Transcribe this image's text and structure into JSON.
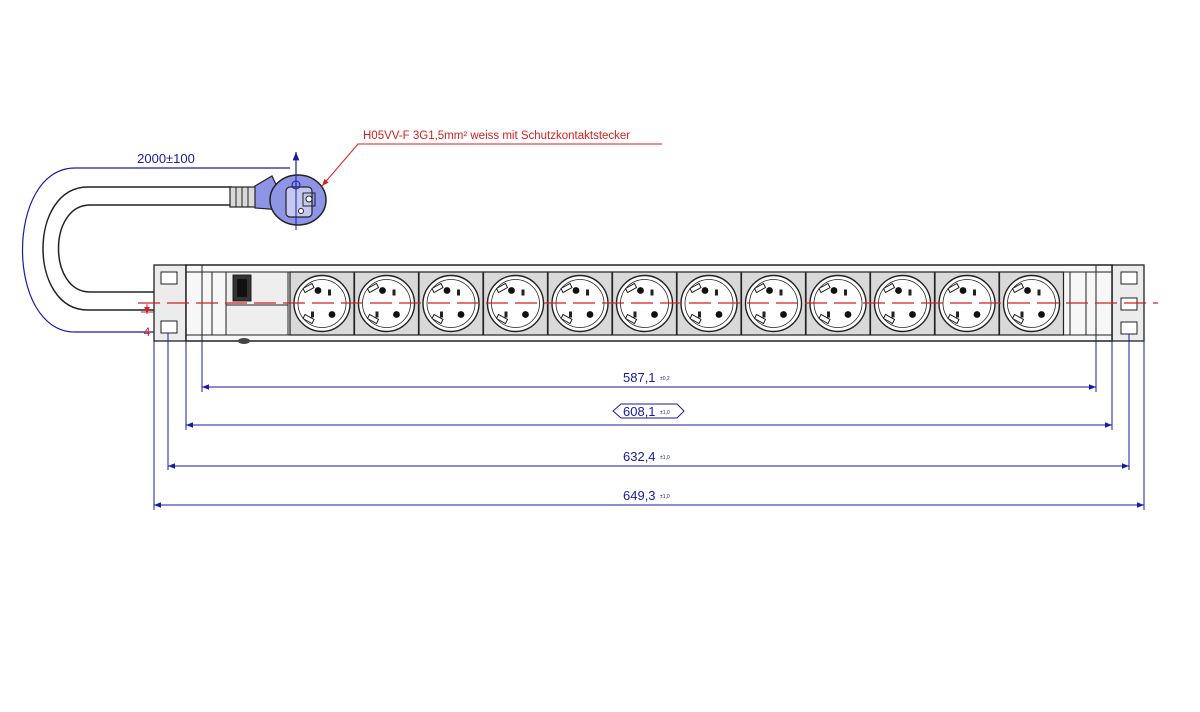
{
  "drawing": {
    "cable_spec": "H05VV-F 3G1,5mm² weiss mit Schutzkontaktstecker",
    "cable_length": "2000±100",
    "small_dim": "4",
    "socket_count": 12,
    "colors": {
      "dimension": "#1a1aa8",
      "annotation": "#d42020",
      "outline": "#222222",
      "socket_face": "#d9d9d9",
      "plug_fill": "#8f95e6"
    },
    "dimensions": [
      {
        "value": "587,1",
        "tolerance": "±0,2"
      },
      {
        "value": "608,1",
        "tolerance": "±1,0"
      },
      {
        "value": "632,4",
        "tolerance": "±1,0"
      },
      {
        "value": "649,3",
        "tolerance": "±1,0"
      }
    ]
  }
}
